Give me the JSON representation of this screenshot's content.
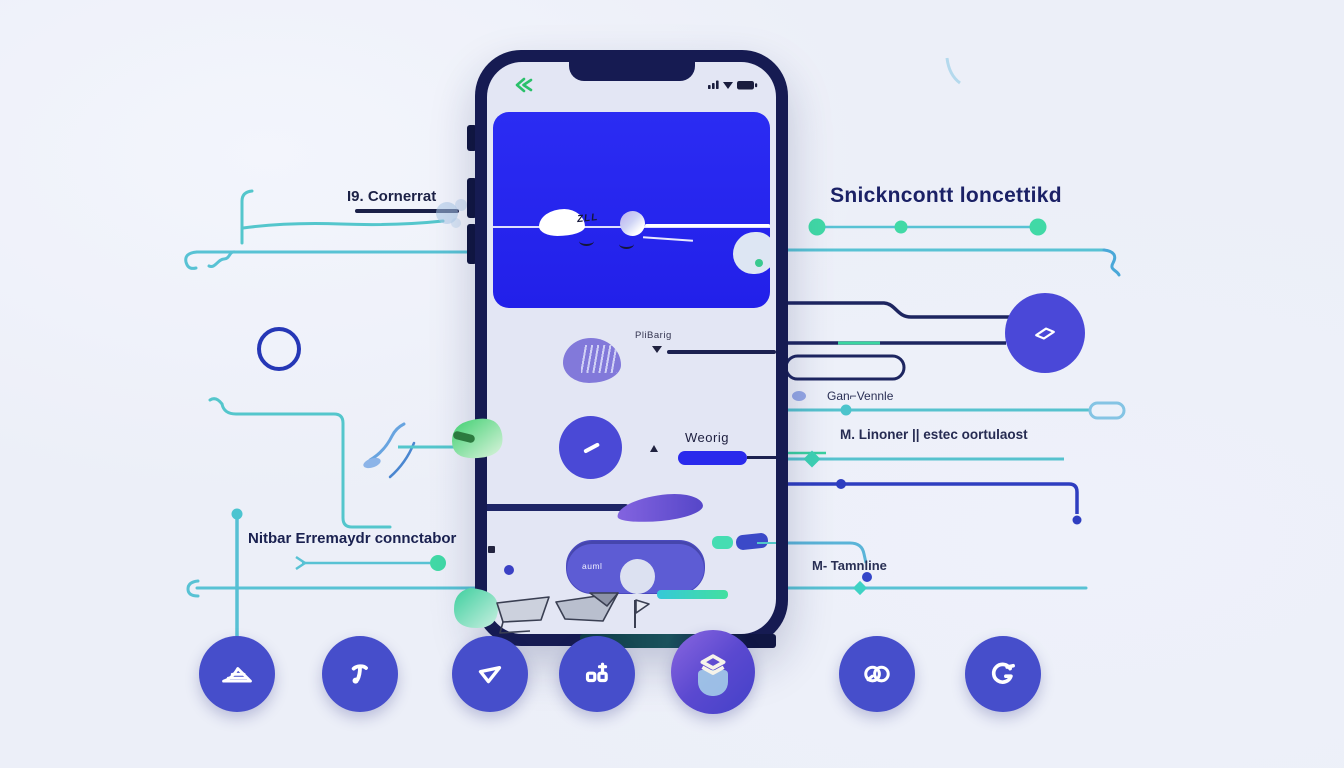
{
  "callouts": {
    "top_left": "I9. Cornerrat",
    "top_right": "Snickncontt loncettikd",
    "mid_left": "Nitbar Erremaydr connctabor",
    "gan_vennle": "Gan⌐Vennle",
    "linoner": "M. Linoner || estec oortulaost",
    "tamnline": "M- Tamnline"
  },
  "phone": {
    "card_marks": "ZLL",
    "blob_label": "PliBarig",
    "row_label": "Weorig",
    "pill_label": "auml"
  },
  "icons": {
    "back": "double-chevron-left",
    "signal": "signal-bars",
    "wifi": "wifi-fan",
    "battery": "battery-full",
    "big_circle": "diamond-outline",
    "app_1": "croissant-triangle",
    "app_2": "note-t",
    "app_3": "send-plane",
    "app_4": "anchor-db",
    "app_5": "layers-shield",
    "app_6": "linked-rings",
    "app_7": "g-refresh"
  },
  "colors": {
    "background": "#edf0f9",
    "phone_frame": "#161b52",
    "screen": "#e3e6f4",
    "card_blue": "#2424ef",
    "navy": "#1c2258",
    "teal": "#58c2d4",
    "green": "#41d9a6",
    "circle_blue": "#464ecb",
    "purple": "#7b66d8"
  }
}
